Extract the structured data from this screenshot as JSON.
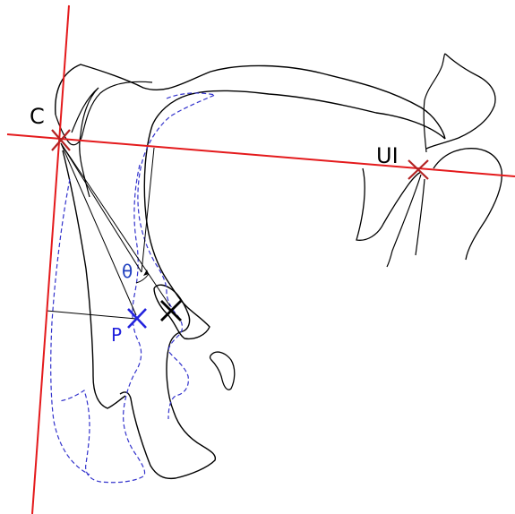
{
  "labels": {
    "point_c": "C",
    "point_ui": "UI",
    "point_p": "P",
    "angle_theta": "θ"
  },
  "colors": {
    "reference_lines": "#e41a1c",
    "reference_markers": "#b22222",
    "outline": "#000000",
    "dashed_outline": "#3333cc",
    "point_p_marker": "#2222dd",
    "angle_label": "#1f3fbf",
    "point_x_marker": "#000000"
  }
}
